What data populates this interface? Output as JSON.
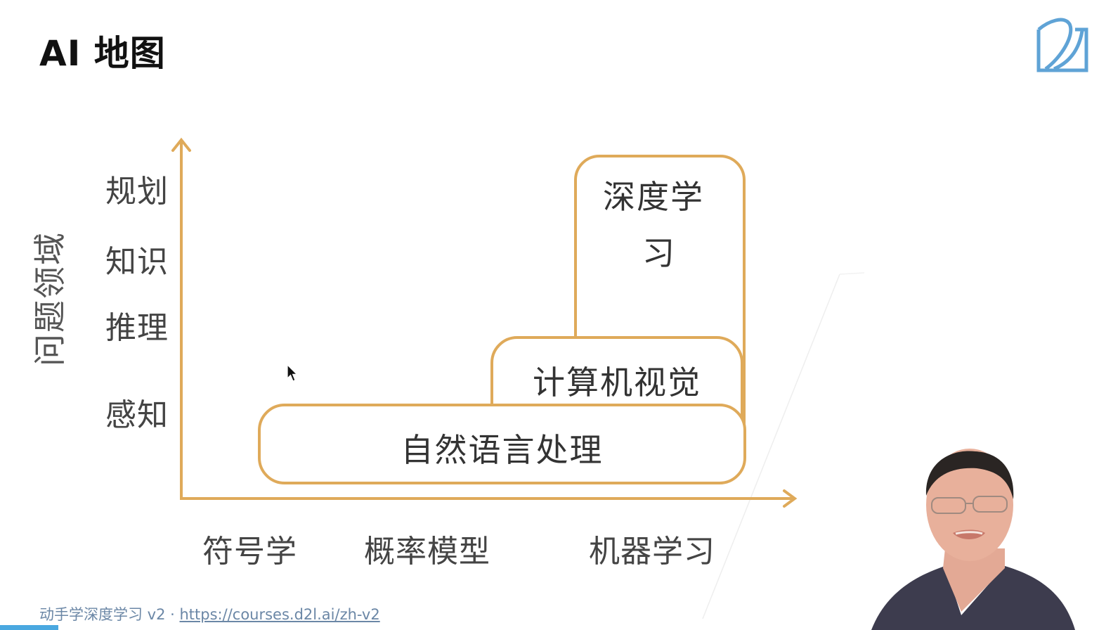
{
  "slide": {
    "title": "AI 地图",
    "logo_icon": "d2l-logo-icon"
  },
  "diagram": {
    "y_axis_title": "问题领域",
    "y_ticks": [
      "规划",
      "知识",
      "推理",
      "感知"
    ],
    "x_ticks": [
      "符号学",
      "概率模型",
      "机器学习"
    ],
    "boxes": [
      {
        "label_line1": "深度学",
        "label_line2": "习"
      },
      {
        "label": "计算机视觉"
      },
      {
        "label": "自然语言处理"
      }
    ],
    "colors": {
      "accent": "#DFAA5A",
      "text": "#444444"
    }
  },
  "footer": {
    "course": "动手学深度学习 v2 · ",
    "link": "https://courses.d2l.ai/zh-v2"
  },
  "player": {
    "progress_percent": 5.3,
    "progress_color": "#4AA8E0"
  },
  "presenter": {
    "description": "presenter video overlay"
  }
}
